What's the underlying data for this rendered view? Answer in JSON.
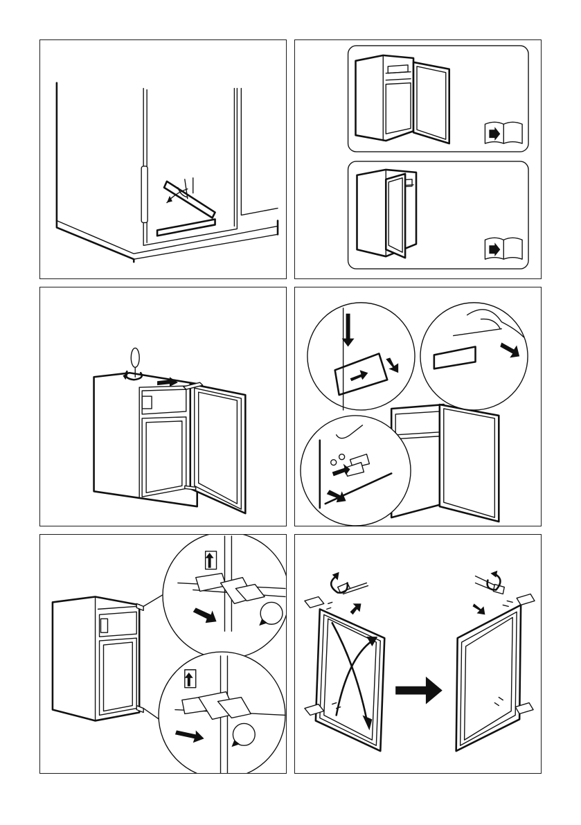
{
  "page": {
    "description_panels": 6
  },
  "panels": [
    {
      "id": "door-bracket-step"
    },
    {
      "id": "manual-reference-step",
      "icons": [
        "manual-arrow-icon",
        "manual-arrow-icon"
      ]
    },
    {
      "id": "remove-top-hinge-cover-step"
    },
    {
      "id": "remove-covers-and-plugs-step"
    },
    {
      "id": "unscrew-hinges-step"
    },
    {
      "id": "swap-door-hinges-step"
    }
  ],
  "colors": {
    "line": "#111111",
    "background": "#ffffff",
    "shade": "#e6e6e6"
  }
}
